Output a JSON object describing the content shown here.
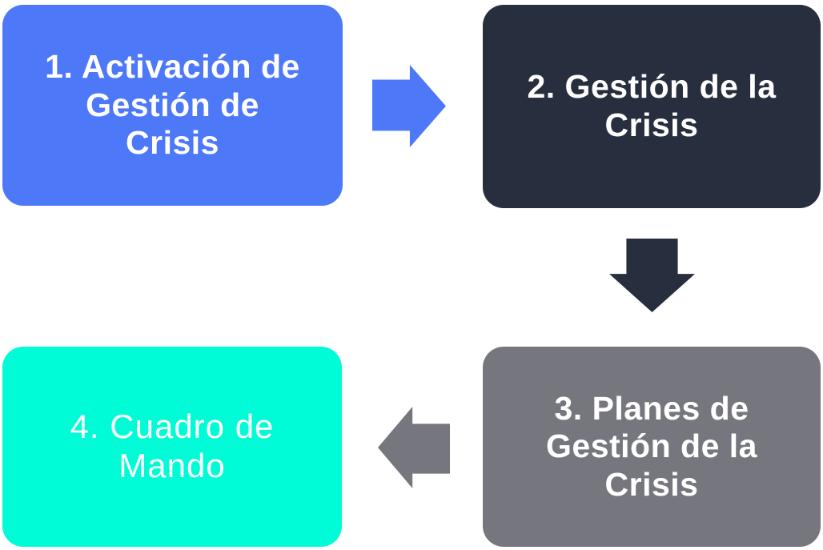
{
  "diagram": {
    "background_color": "#FFFFFF",
    "text_color": "#FFFFFF",
    "steps": [
      {
        "label": "1. Activación de\nGestión de\nCrisis",
        "color": "#4D78F7"
      },
      {
        "label": "2. Gestión de la\nCrisis",
        "color": "#272E3E"
      },
      {
        "label": "3. Planes de\nGestión de la\nCrisis",
        "color": "#76767F"
      },
      {
        "label": "4. Cuadro de\nMando",
        "color": "#00FCD6"
      }
    ],
    "arrows": [
      {
        "direction": "right",
        "from": "step-1",
        "to": "step-2",
        "color": "#4D78F7"
      },
      {
        "direction": "down",
        "from": "step-2",
        "to": "step-3",
        "color": "#272E3E"
      },
      {
        "direction": "left",
        "from": "step-3",
        "to": "step-4",
        "color": "#76767F"
      }
    ]
  }
}
